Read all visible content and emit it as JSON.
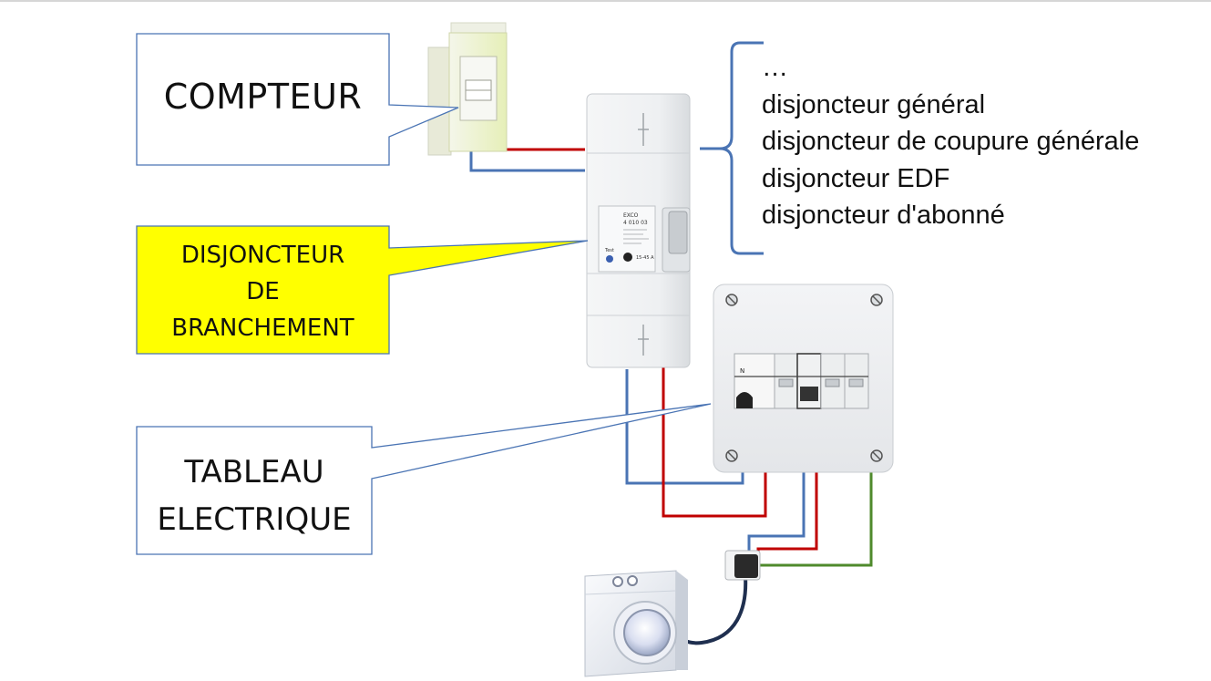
{
  "diagram": {
    "labels": {
      "compteur": "COMPTEUR",
      "disjoncteur": [
        "DISJONCTEUR",
        "DE",
        "BRANCHEMENT"
      ],
      "tableau": [
        "TABLEAU",
        "ELECTRIQUE"
      ]
    },
    "aliases": [
      "…",
      "disjoncteur général",
      "disjoncteur de coupure générale",
      "disjoncteur EDF",
      "disjoncteur d'abonné"
    ],
    "breaker_markings": {
      "brand": "EXCO",
      "reference": "4 010 03",
      "rating": "15-45 A",
      "button": "Test"
    },
    "panel_markings": {
      "neutral": "N"
    },
    "colors": {
      "callout_border": "#4a74b4",
      "callout_highlight_fill": "#ffff00",
      "wire_phase": "#c00000",
      "wire_neutral": "#4a74b4",
      "wire_earth": "#4f8a2c",
      "brace": "#4a74b4"
    }
  }
}
